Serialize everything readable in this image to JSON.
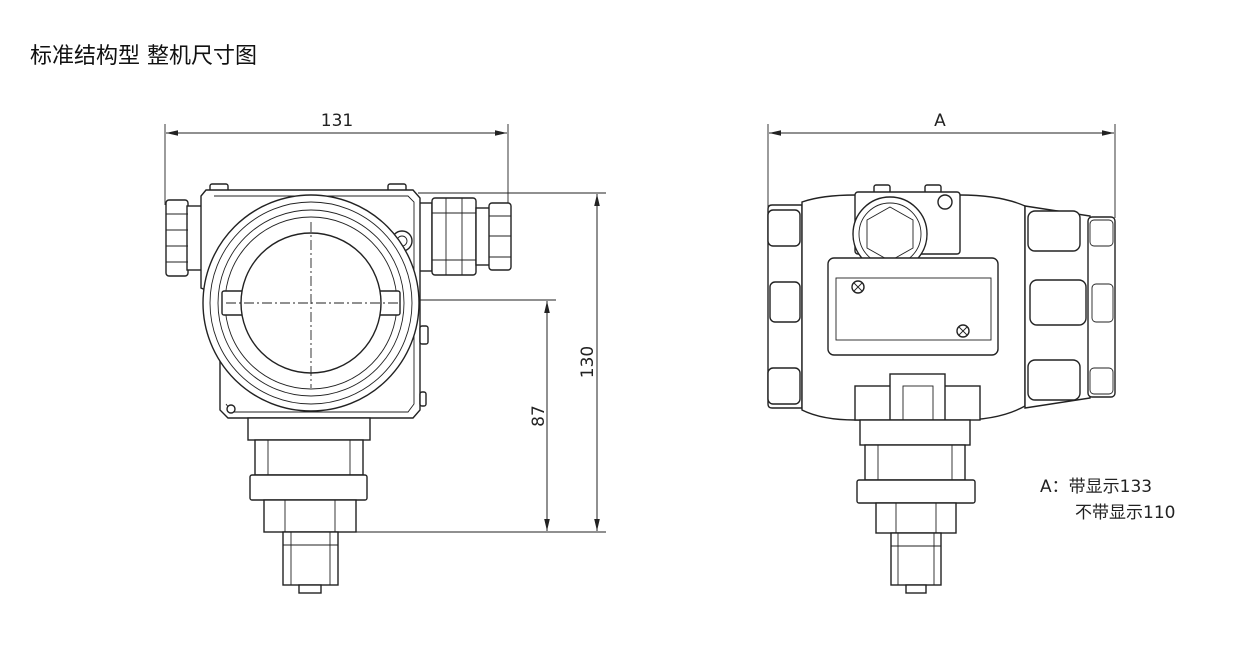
{
  "title": "标准结构型 整机尺寸图",
  "front_view": {
    "width_dim": "131",
    "height_dim": "130",
    "center_dim": "87"
  },
  "side_view": {
    "width_dim": "A"
  },
  "note": {
    "line1": "A：带显示133",
    "line2": "不带显示110"
  },
  "colors": {
    "line": "#222222",
    "background": "#ffffff"
  }
}
